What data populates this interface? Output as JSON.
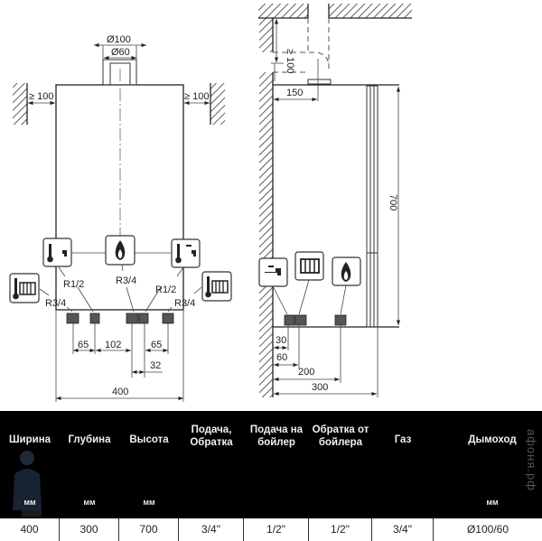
{
  "drawing": {
    "front_view": {
      "flue_outer": "Ø100",
      "flue_inner": "Ø60",
      "clearance_left": "≥ 100",
      "clearance_right": "≥ 100",
      "labels": {
        "r_left_low": "R3/4",
        "r_left_high": "R1/2",
        "r_center": "R3/4",
        "r_right_high": "R1/2",
        "r_right_low": "R3/4"
      },
      "spacing": {
        "d1": "65",
        "d2": "102",
        "d3": "65",
        "d4": "32",
        "width": "400"
      },
      "icons": [
        "radiator-heating-icon",
        "hot-water-tap-icon",
        "gas-flame-icon",
        "hot-water-tap-icon",
        "radiator-heating-icon"
      ]
    },
    "side_view": {
      "top_clearance": "≥ 100",
      "flue_offset": "150",
      "height": "700",
      "offsets": {
        "o1": "30",
        "o2": "60",
        "o3": "200",
        "depth": "300"
      },
      "icons": [
        "water-tap-icon",
        "radiator-icon",
        "gas-flame-icon"
      ]
    }
  },
  "spec_table": {
    "columns": [
      {
        "header": "Ширина",
        "unit": "мм",
        "value": "400"
      },
      {
        "header": "Глубина",
        "unit": "мм",
        "value": "300"
      },
      {
        "header": "Высота",
        "unit": "мм",
        "value": "700"
      },
      {
        "header": "Подача,\nОбратка",
        "unit": "",
        "value": "3/4\""
      },
      {
        "header": "Подача на\nбойлер",
        "unit": "",
        "value": "1/2\""
      },
      {
        "header": "Обратка от\nбойлера",
        "unit": "",
        "value": "1/2\""
      },
      {
        "header": "Газ",
        "unit": "",
        "value": "3/4\""
      },
      {
        "header": "Дымоход",
        "unit": "мм",
        "value": "Ø100/60"
      }
    ],
    "watermark": "афоня.рф"
  }
}
